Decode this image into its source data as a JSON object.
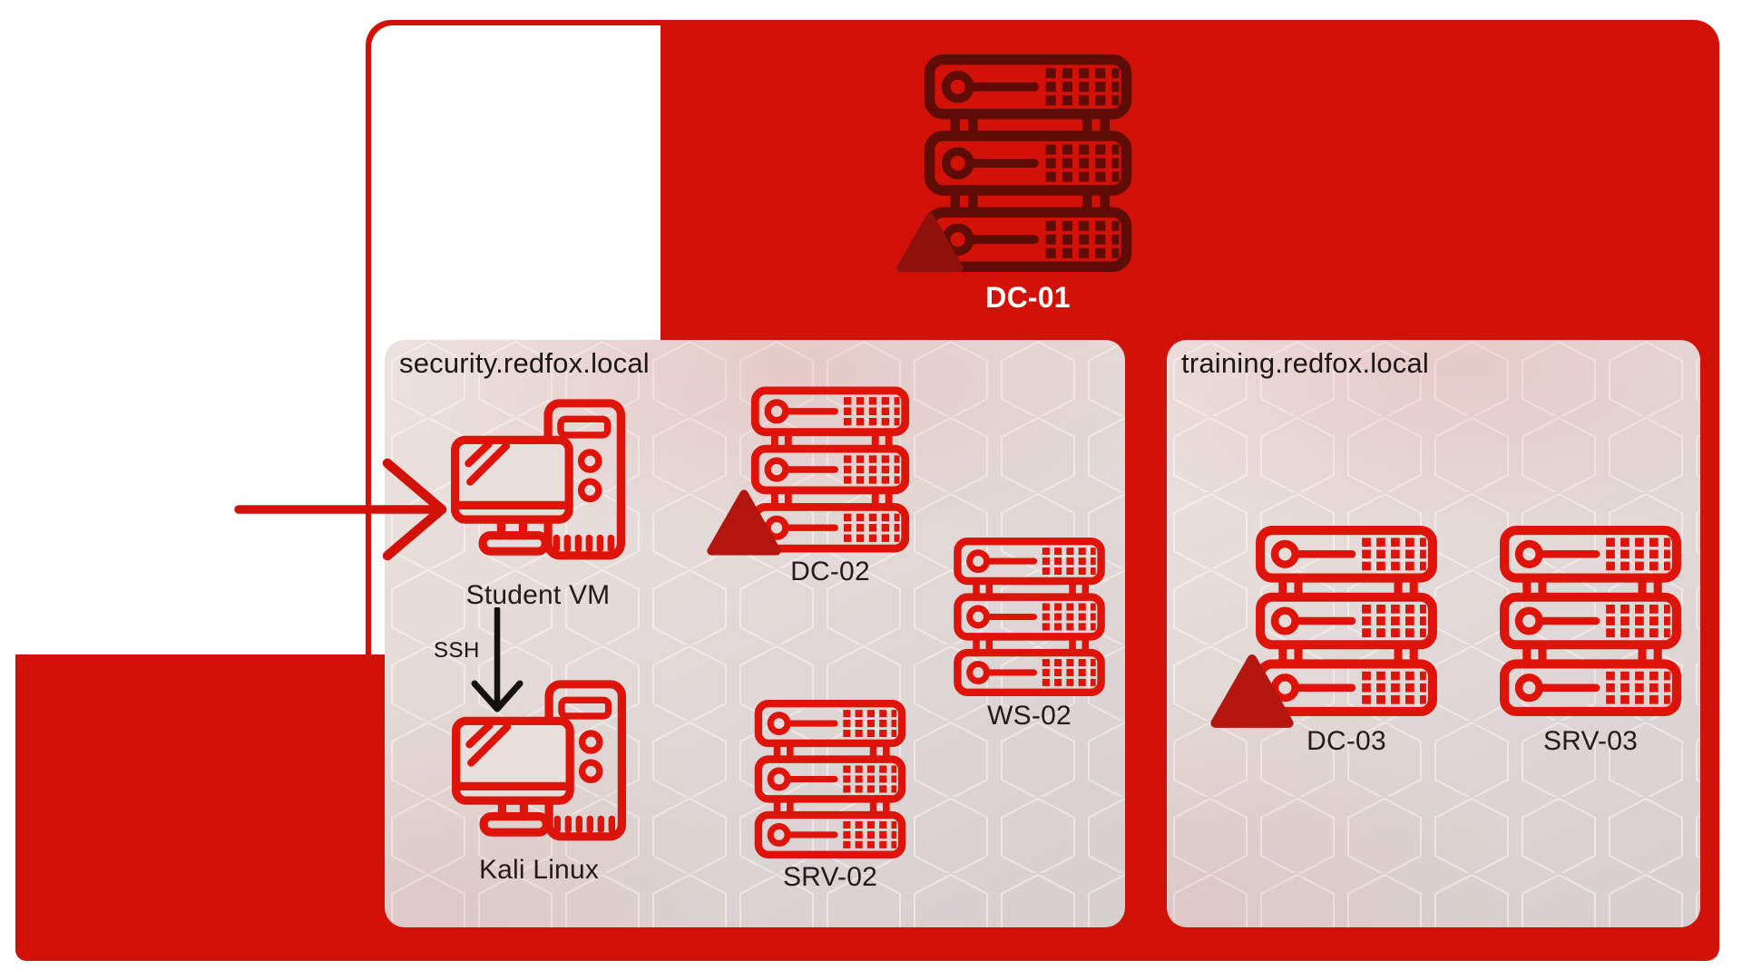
{
  "colors": {
    "background_red": "#d21109",
    "icon_red": "#de130a",
    "dc01_icon_dark_red": "#5f0b06",
    "triangle_red": "#b2160f",
    "dc01_triangle_red": "#8e120b",
    "panel_gradient_light": "#ece1df",
    "panel_gradient_dark": "#d6cfce",
    "label_dark": "#231b1a",
    "label_white": "#ffffff"
  },
  "panels": {
    "security": {
      "title": "security.redfox.local"
    },
    "training": {
      "title": "training.redfox.local"
    }
  },
  "nodes": {
    "dc01": {
      "label": "DC-01",
      "icon": "server-rack-icon",
      "compromised": true
    },
    "student_vm": {
      "label": "Student VM",
      "icon": "workstation-icon"
    },
    "kali": {
      "label": "Kali Linux",
      "icon": "workstation-icon"
    },
    "dc02": {
      "label": "DC-02",
      "icon": "server-rack-icon",
      "compromised": true
    },
    "ws02": {
      "label": "WS-02",
      "icon": "server-rack-icon"
    },
    "srv02": {
      "label": "SRV-02",
      "icon": "server-rack-icon"
    },
    "dc03": {
      "label": "DC-03",
      "icon": "server-rack-icon",
      "compromised": true
    },
    "srv03": {
      "label": "SRV-03",
      "icon": "server-rack-icon"
    }
  },
  "connections": {
    "ssh": {
      "label": "SSH",
      "from": "Student VM",
      "to": "Kali Linux"
    }
  }
}
